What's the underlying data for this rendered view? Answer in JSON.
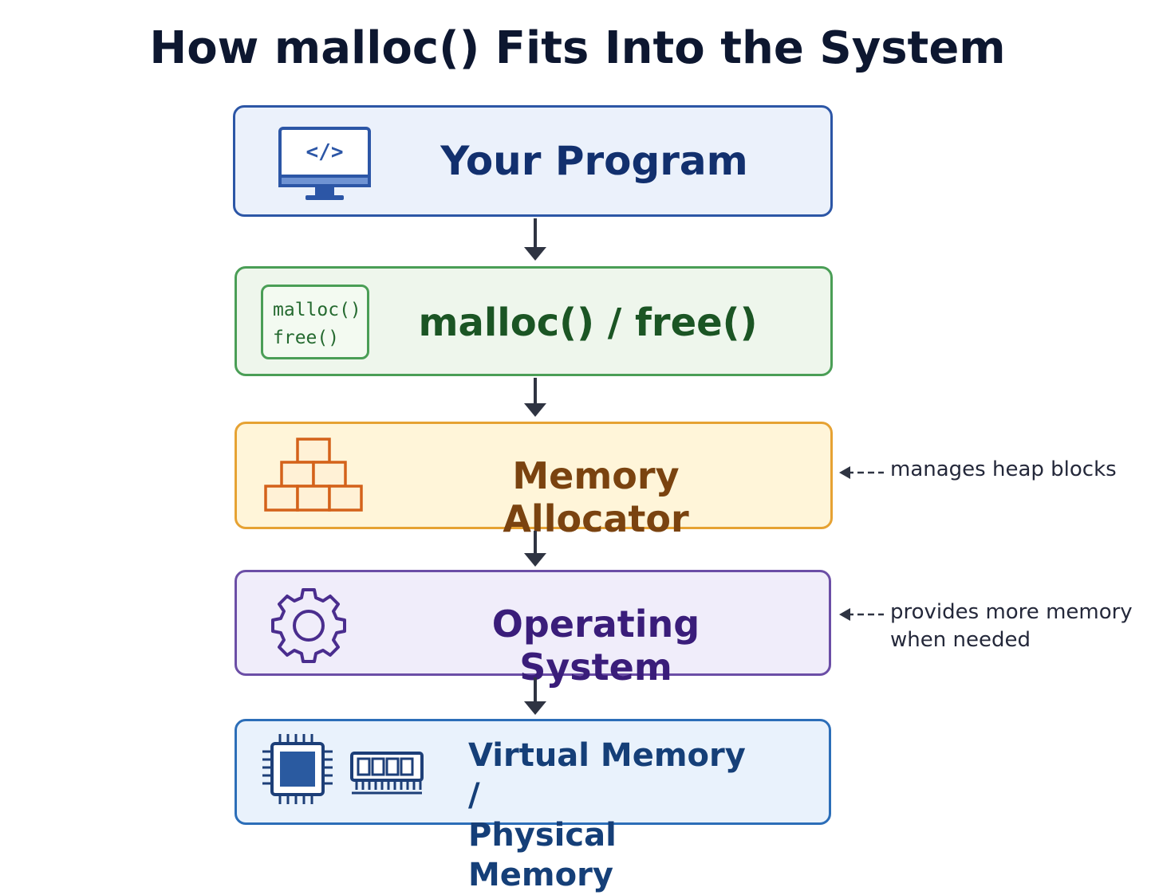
{
  "title": "How malloc() Fits Into the System",
  "layers": [
    {
      "label": "Your Program",
      "icon": "code-monitor-icon"
    },
    {
      "label": "malloc() / free()",
      "icon_lines": [
        "malloc()",
        "free()"
      ]
    },
    {
      "label": "Memory Allocator",
      "icon": "stacked-blocks-icon"
    },
    {
      "label": "Operating System",
      "icon": "gear-icon"
    },
    {
      "label_line1": "Virtual Memory /",
      "label_line2": "Physical Memory",
      "icons": [
        "cpu-chip-icon",
        "ram-module-icon"
      ]
    }
  ],
  "notes": {
    "allocator": "manages heap blocks",
    "os_line1": "provides more memory",
    "os_line2": "when needed"
  },
  "colors": {
    "program": "#2c56a6",
    "malloc": "#4a9e56",
    "allocator": "#e6a233",
    "os": "#6b4ea6",
    "memory": "#2c6eb8",
    "arrow": "#2f3442"
  }
}
